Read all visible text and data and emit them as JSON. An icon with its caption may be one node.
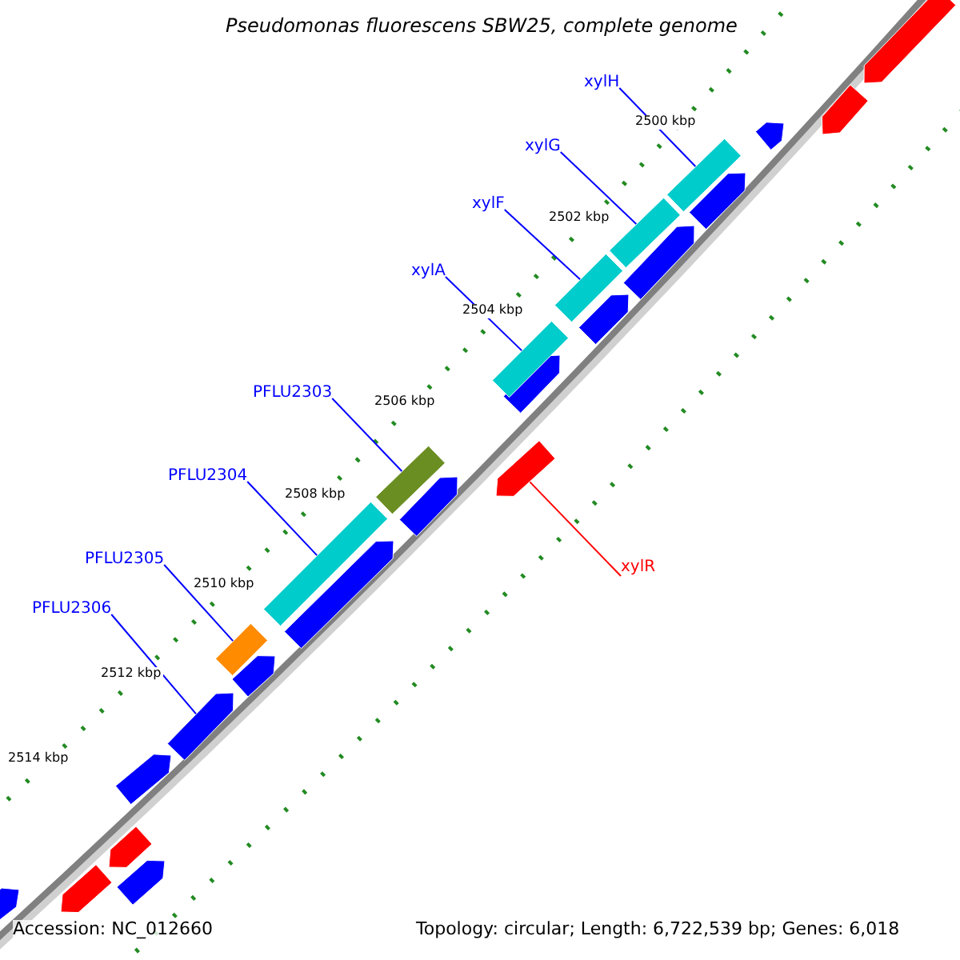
{
  "diagram": {
    "title": "Pseudomonas fluorescens SBW25, complete genome",
    "nodes": [
      {
        "text": [
          "xylH"
        ]
      },
      {
        "text": [],
        "shape": "bar"
      },
      {
        "text": [
          "xylG"
        ]
      },
      {
        "text": [],
        "shape": "bar"
      },
      {
        "text": [
          "xylF"
        ]
      },
      {
        "text": [],
        "shape": "bar"
      },
      {
        "text": [
          "xylA"
        ]
      },
      {
        "text": [],
        "shape": "bar"
      },
      {
        "text": [
          "PFLU2303"
        ]
      },
      {
        "text": [],
        "shape": "bar"
      },
      {
        "text": [
          "PFLU2304"
        ]
      },
      {
        "text": [],
        "shape": "bar"
      },
      {
        "text": [
          "PFLU2305"
        ]
      },
      {
        "text": [],
        "shape": "bar"
      },
      {
        "text": [
          "PFLU2306"
        ]
      },
      {
        "text": [],
        "shape": "bar"
      },
      {
        "text": [
          "xylR"
        ]
      },
      {
        "text": [],
        "shape": "bar"
      }
    ],
    "edges": [
      {
        "from": 0,
        "to": 1,
        "arrow": "none"
      },
      {
        "from": 2,
        "to": 3,
        "arrow": "none"
      },
      {
        "from": 4,
        "to": 5,
        "arrow": "none"
      },
      {
        "from": 6,
        "to": 7,
        "arrow": "none"
      },
      {
        "from": 8,
        "to": 9,
        "arrow": "none"
      },
      {
        "from": 10,
        "to": 11,
        "arrow": "none"
      },
      {
        "from": 12,
        "to": 13,
        "arrow": "none"
      },
      {
        "from": 14,
        "to": 15,
        "arrow": "none"
      },
      {
        "from": 16,
        "to": 17,
        "arrow": "none",
        "color": "#ff0000"
      }
    ],
    "labels": [
      "2500 kbp",
      "2502 kbp",
      "2504 kbp",
      "2506 kbp",
      "2508 kbp",
      "2510 kbp",
      "2512 kbp",
      "2514 kbp",
      "Accession: NC_012660",
      "Topology: circular; Length: 6,722,539 bp; Genes: 6,018"
    ]
  }
}
